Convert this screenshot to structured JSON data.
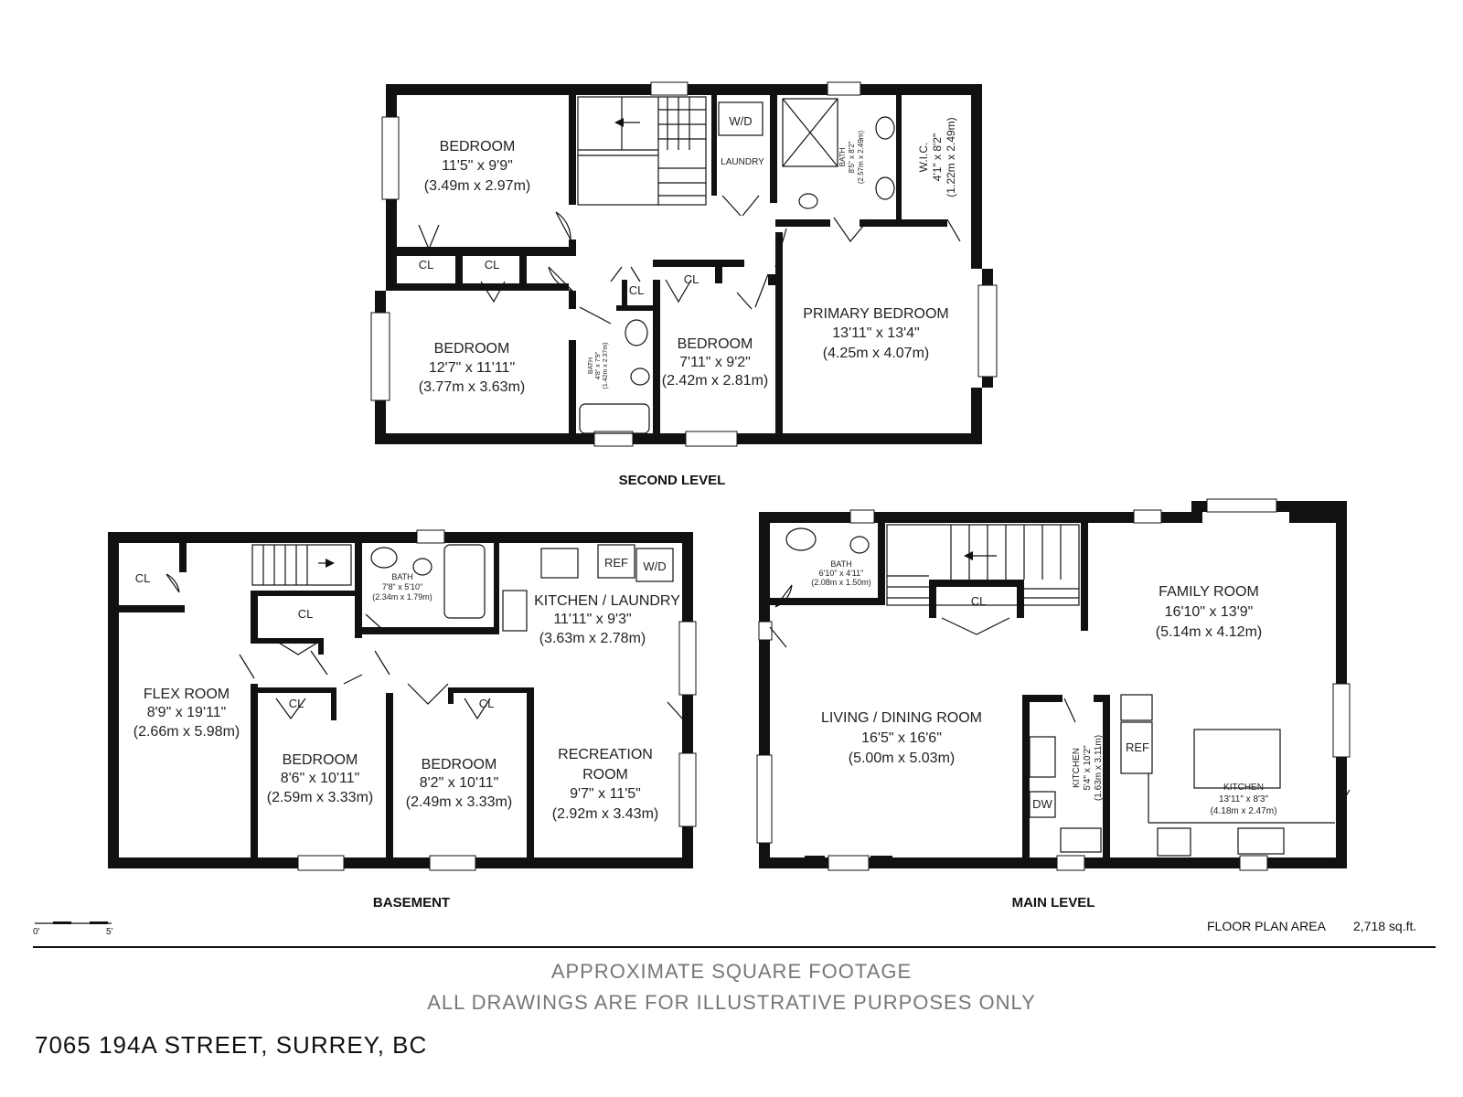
{
  "levels": {
    "second": "SECOND LEVEL",
    "basement": "BASEMENT",
    "main": "MAIN LEVEL"
  },
  "second_level": {
    "bedroom_1": {
      "name": "BEDROOM",
      "imperial": "11'5\" x 9'9\"",
      "metric": "(3.49m x 2.97m)"
    },
    "bedroom_2": {
      "name": "BEDROOM",
      "imperial": "12'7\" x 11'11\"",
      "metric": "(3.77m x 3.63m)"
    },
    "bedroom_3": {
      "name": "BEDROOM",
      "imperial": "7'11\" x 9'2\"",
      "metric": "(2.42m x 2.81m)"
    },
    "primary": {
      "name": "PRIMARY BEDROOM",
      "imperial": "13'11\" x 13'4\"",
      "metric": "(4.25m x 4.07m)"
    },
    "closet": "CL",
    "wd": "W/D",
    "laundry": "LAUNDRY",
    "bath_ensuite": {
      "name": "BATH",
      "imperial": "8'5\" x 8'2\"",
      "metric": "(2.57m x 2.49m)"
    },
    "wic": {
      "name": "W.I.C.",
      "imperial": "4'1\" x 8'2\"",
      "metric": "(1.22m x 2.49m)"
    },
    "bath_hall": {
      "name": "BATH",
      "imperial": "4'8\" x 7'9\"",
      "metric": "(1.42m x 2.37m)"
    }
  },
  "basement": {
    "closet": "CL",
    "flex": {
      "name": "FLEX ROOM",
      "imperial": "8'9\" x 19'11\"",
      "metric": "(2.66m x 5.98m)"
    },
    "bath": {
      "name": "BATH",
      "imperial": "7'8\" x 5'10\"",
      "metric": "(2.34m x 1.79m)"
    },
    "kitchen": {
      "name": "KITCHEN / LAUNDRY",
      "imperial": "11'11\" x 9'3\"",
      "metric": "(3.63m x 2.78m)"
    },
    "ref": "REF",
    "wd": "W/D",
    "bedroom_1": {
      "name": "BEDROOM",
      "imperial": "8'6\" x 10'11\"",
      "metric": "(2.59m x 3.33m)"
    },
    "bedroom_2": {
      "name": "BEDROOM",
      "imperial": "8'2\" x 10'11\"",
      "metric": "(2.49m x 3.33m)"
    },
    "recreation": {
      "name1": "RECREATION",
      "name2": "ROOM",
      "imperial": "9'7\" x 11'5\"",
      "metric": "(2.92m x 3.43m)"
    }
  },
  "main_level": {
    "bath": {
      "name": "BATH",
      "imperial": "6'10\" x 4'11\"",
      "metric": "(2.08m x 1.50m)"
    },
    "closet": "CL",
    "family": {
      "name": "FAMILY ROOM",
      "imperial": "16'10\" x 13'9\"",
      "metric": "(5.14m x 4.12m)"
    },
    "living": {
      "name": "LIVING / DINING ROOM",
      "imperial": "16'5\" x 16'6\"",
      "metric": "(5.00m x 5.03m)"
    },
    "kitchen_small": {
      "name": "KITCHEN",
      "imperial": "5'4\" x 10'2\"",
      "metric": "(1.63m x 3.11m)"
    },
    "ref": "REF",
    "dw": "DW",
    "kitchen": {
      "name": "KITCHEN",
      "imperial": "13'11\" x 8'3\"",
      "metric": "(4.18m x 2.47m)"
    }
  },
  "scale": {
    "start": "0'",
    "end": "5'"
  },
  "floor_area": {
    "label": "FLOOR PLAN AREA",
    "value": "2,718 sq.ft."
  },
  "disclaimer": {
    "line1": "APPROXIMATE SQUARE FOOTAGE",
    "line2": "ALL DRAWINGS ARE FOR ILLUSTRATIVE PURPOSES ONLY"
  },
  "address": "7065 194A STREET, SURREY, BC"
}
